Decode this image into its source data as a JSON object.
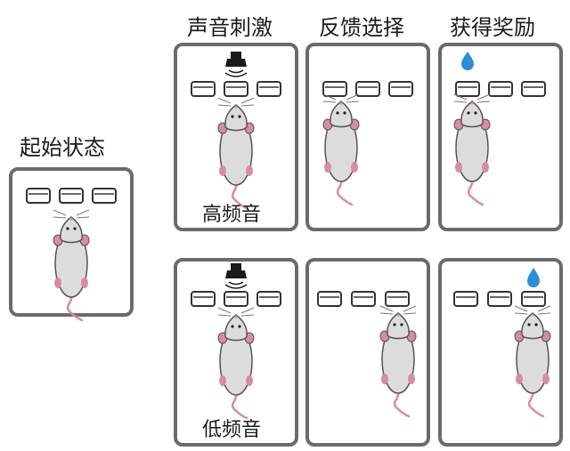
{
  "titles": {
    "start": "起始状态",
    "stimulus": "声音刺激",
    "feedback": "反馈选择",
    "reward": "获得奖励"
  },
  "tones": {
    "high": "高频音",
    "low": "低频音"
  },
  "colors": {
    "frame": "#6b6b6b",
    "mouse_body": "#dcdcdc",
    "mouse_outline": "#555555",
    "ear_tail": "#d98aa6",
    "water_drop": "#2b8fd6",
    "speaker": "#1a1a1a"
  }
}
